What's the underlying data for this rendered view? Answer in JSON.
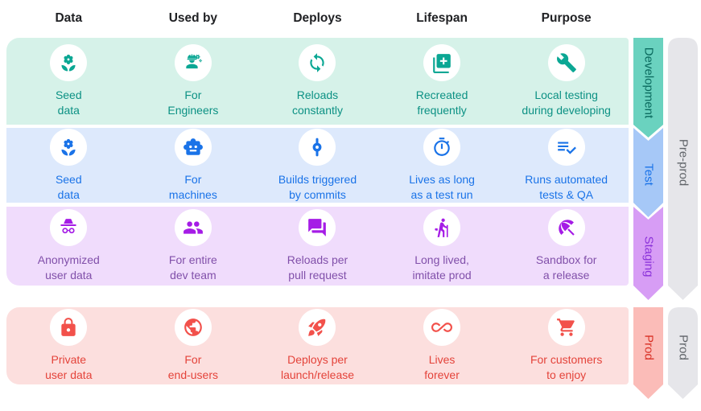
{
  "columns": [
    {
      "label": "Data"
    },
    {
      "label": "Used by"
    },
    {
      "label": "Deploys"
    },
    {
      "label": "Lifespan"
    },
    {
      "label": "Purpose"
    }
  ],
  "rows": [
    {
      "name": "Development",
      "bg": "#d6f2e9",
      "accent": "#0ba794",
      "text": "#0c9184",
      "ribbon_fill": "#6ad2bf",
      "ribbon_text": "#0a6a5e",
      "cells": [
        {
          "icon": "seed-icon",
          "lines": [
            "Seed",
            "data"
          ]
        },
        {
          "icon": "engineer-icon",
          "lines": [
            "For",
            "Engineers"
          ]
        },
        {
          "icon": "sync-icon",
          "lines": [
            "Reloads",
            "constantly"
          ]
        },
        {
          "icon": "library-add-icon",
          "lines": [
            "Recreated",
            "frequently"
          ]
        },
        {
          "icon": "wrench-icon",
          "lines": [
            "Local testing",
            "during developing"
          ]
        }
      ]
    },
    {
      "name": "Test",
      "bg": "#dde9fc",
      "accent": "#1a73e8",
      "text": "#1a73e8",
      "ribbon_fill": "#a6c8f7",
      "ribbon_text": "#1a73e8",
      "cells": [
        {
          "icon": "seed-icon",
          "lines": [
            "Seed",
            "data"
          ]
        },
        {
          "icon": "robot-icon",
          "lines": [
            "For",
            "machines"
          ]
        },
        {
          "icon": "commit-icon",
          "lines": [
            "Builds triggered",
            "by commits"
          ]
        },
        {
          "icon": "timer-icon",
          "lines": [
            "Lives as long",
            "as a test run"
          ]
        },
        {
          "icon": "checklist-icon",
          "lines": [
            "Runs automated",
            "tests & QA"
          ]
        }
      ]
    },
    {
      "name": "Staging",
      "bg": "#f0dcfc",
      "accent": "#a51ce6",
      "text": "#8150aa",
      "ribbon_fill": "#d79df5",
      "ribbon_text": "#8c33da",
      "cells": [
        {
          "icon": "incognito-icon",
          "lines": [
            "Anonymized",
            "user data"
          ]
        },
        {
          "icon": "group-icon",
          "lines": [
            "For entire",
            "dev team"
          ]
        },
        {
          "icon": "forum-icon",
          "lines": [
            "Reloads per",
            "pull request"
          ]
        },
        {
          "icon": "hiking-icon",
          "lines": [
            "Long lived,",
            "imitate prod"
          ]
        },
        {
          "icon": "umbrella-icon",
          "lines": [
            "Sandbox for",
            "a release"
          ]
        }
      ]
    },
    {
      "name": "Prod",
      "bg": "#fcdfde",
      "accent": "#f2514b",
      "text": "#e4433a",
      "ribbon_fill": "#fbbcb8",
      "ribbon_text": "#d93025",
      "cells": [
        {
          "icon": "lock-icon",
          "lines": [
            "Private",
            "user data"
          ]
        },
        {
          "icon": "globe-icon",
          "lines": [
            "For",
            "end-users"
          ]
        },
        {
          "icon": "rocket-icon",
          "lines": [
            "Deploys per",
            "launch/release"
          ]
        },
        {
          "icon": "infinity-icon",
          "lines": [
            "Lives",
            "forever"
          ]
        },
        {
          "icon": "cart-icon",
          "lines": [
            "For customers",
            "to enjoy"
          ]
        }
      ]
    }
  ],
  "side": {
    "fill": "#e6e6ea",
    "text": "#5f6368",
    "groups": [
      {
        "label": "Pre-prod"
      },
      {
        "label": "Prod"
      }
    ]
  }
}
